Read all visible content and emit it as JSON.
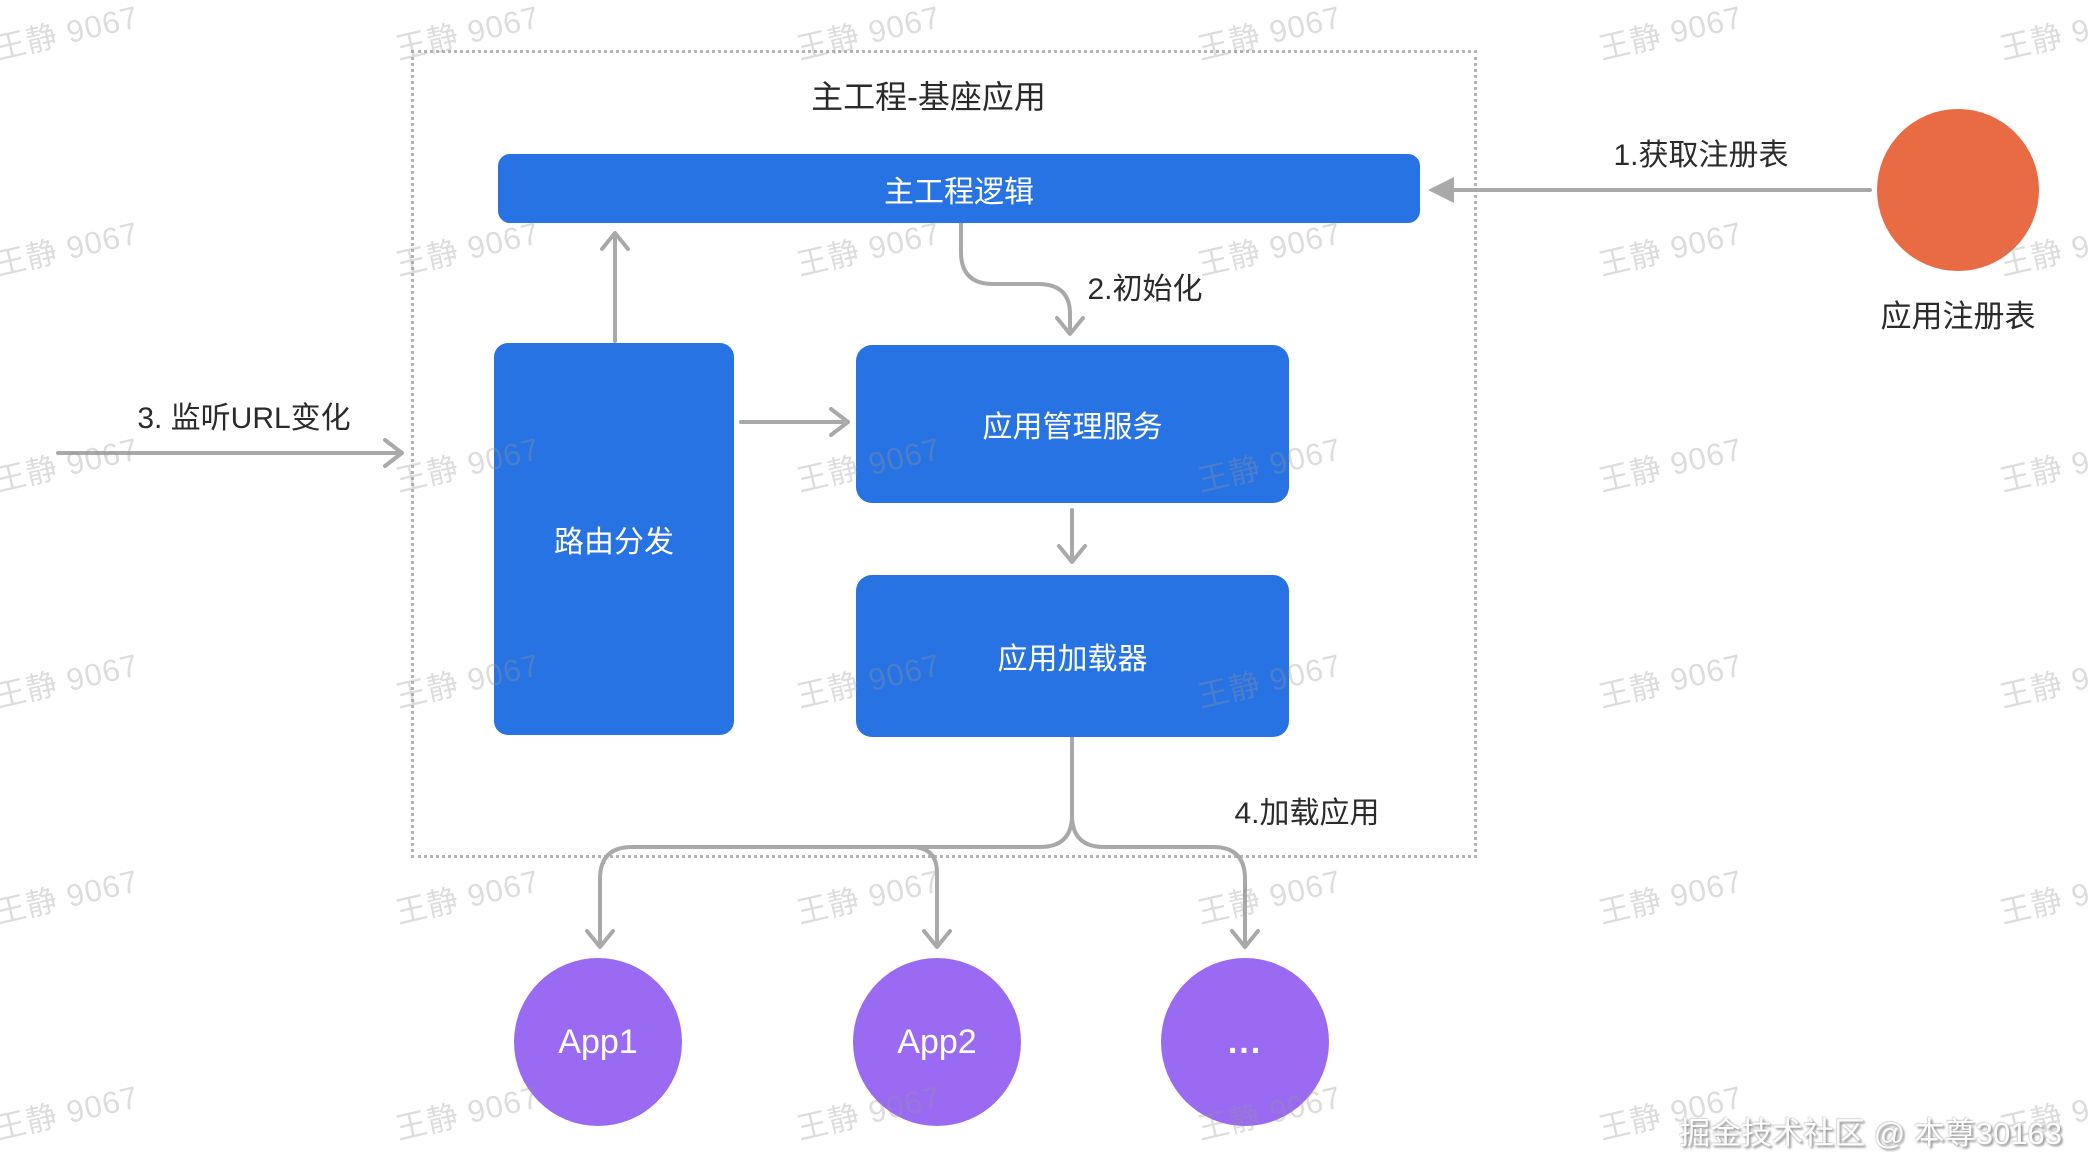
{
  "diagram": {
    "container_title": "主工程-基座应用",
    "nodes": {
      "main_logic": {
        "label": "主工程逻辑"
      },
      "router": {
        "label": "路由分发"
      },
      "app_manager": {
        "label": "应用管理服务"
      },
      "app_loader": {
        "label": "应用加载器"
      },
      "registry": {
        "label": "应用注册表"
      },
      "app1": {
        "label": "App1"
      },
      "app2": {
        "label": "App2"
      },
      "app_more": {
        "label": "..."
      }
    },
    "steps": {
      "fetch_registry": "1.获取注册表",
      "init": "2.初始化",
      "listen_url": "3. 监听URL变化",
      "load_app": "4.加载应用"
    },
    "colors": {
      "node_blue": "#2873e3",
      "node_purple": "#9a6af2",
      "node_orange": "#e96b43",
      "arrow_gray": "#a9a9a9",
      "dotted_border": "#b5b5b5",
      "label_text": "#2b2b2b"
    }
  },
  "watermark": {
    "text": "王静 9067"
  },
  "credit": {
    "text": "掘金技术社区 @ 本尊30163"
  }
}
